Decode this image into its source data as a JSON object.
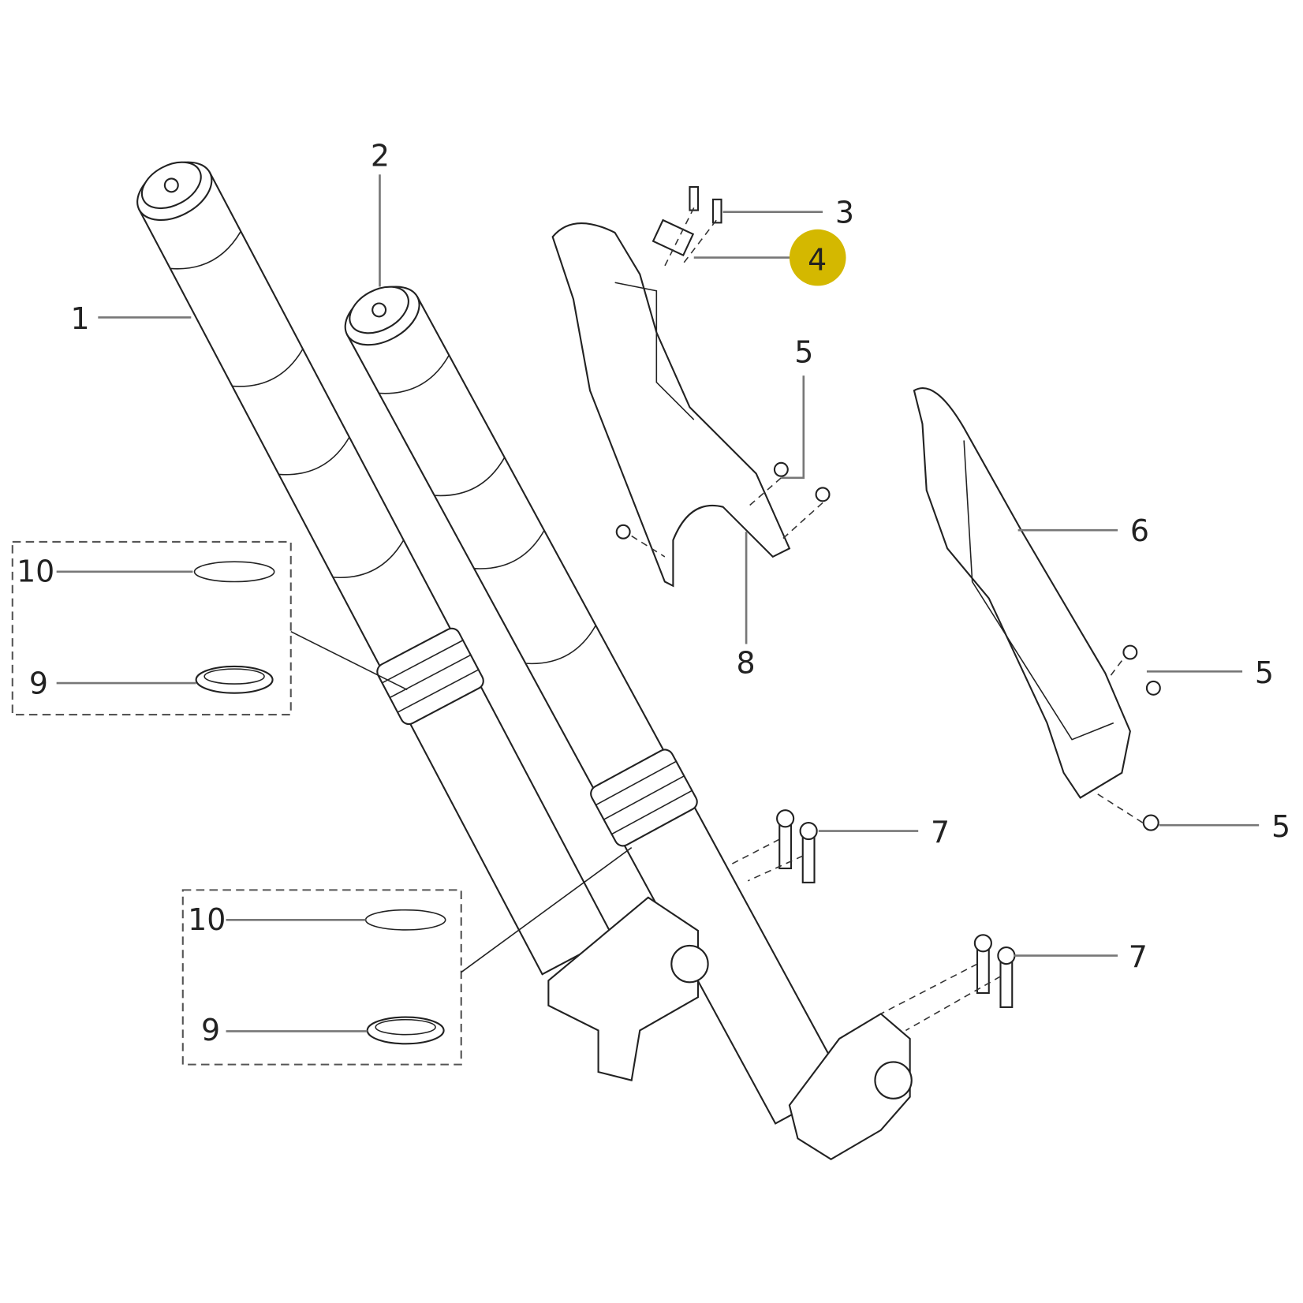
{
  "diagram": {
    "type": "exploded-parts-diagram",
    "highlight_color": "#D4B800",
    "highlighted_callout": "4",
    "callouts": {
      "c1": "1",
      "c2": "2",
      "c3": "3",
      "c4": "4",
      "c5a": "5",
      "c5b": "5",
      "c5c": "5",
      "c6": "6",
      "c7a": "7",
      "c7b": "7",
      "c8": "8",
      "c9a": "9",
      "c10a": "10",
      "c9b": "9",
      "c10b": "10"
    }
  }
}
